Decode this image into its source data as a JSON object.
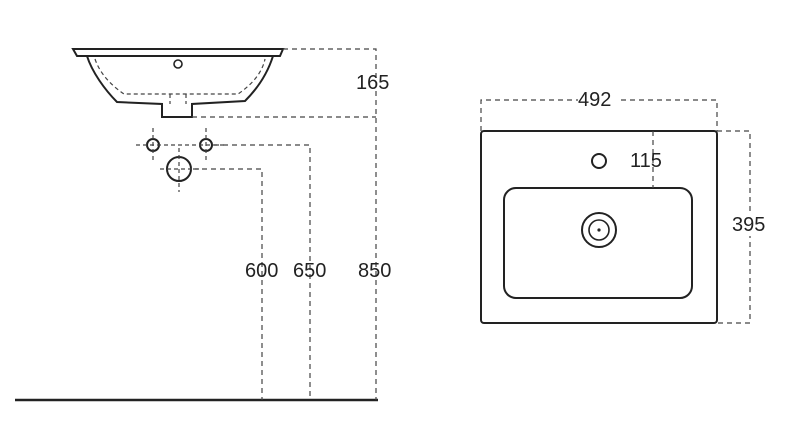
{
  "dimensions": {
    "height_basin": "165",
    "height_600": "600",
    "height_650": "650",
    "height_850": "850",
    "width_492": "492",
    "depth_395": "395",
    "tap_offset_115": "115"
  }
}
